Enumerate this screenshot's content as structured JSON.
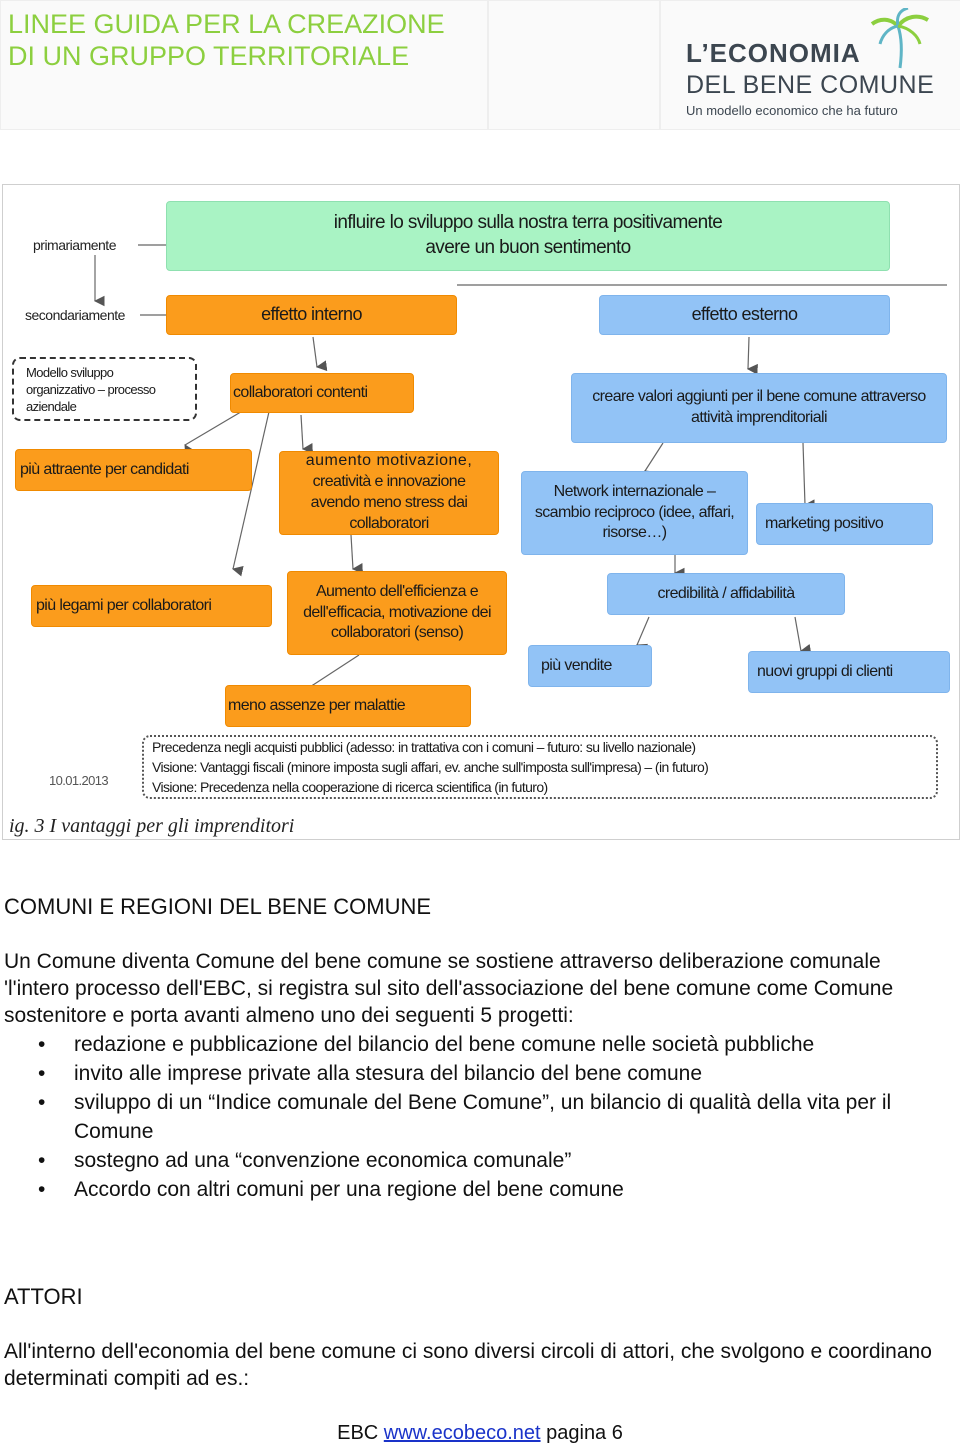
{
  "header": {
    "title_line1": "LINEE GUIDA PER LA CREAZIONE",
    "title_line2": "DI UN GRUPPO TERRITORIALE",
    "logo_line1": "L’ECONOMIA",
    "logo_line2": "DEL BENE COMUNE",
    "logo_tagline": "Un modello economico che ha futuro",
    "logo_icon": "palm-tree-icon"
  },
  "diagram": {
    "labels": {
      "primariamente": "primariamente",
      "secondariamente": "secondariamente"
    },
    "goal_line1": "influire lo sviluppo sulla nostra terra positivamente",
    "goal_line2": "avere un buon sentimento",
    "effetto_interno": "effetto interno",
    "effetto_esterno": "effetto esterno",
    "modello_sviluppo": "Modello sviluppo organizzativo – processo aziendale",
    "collaboratori_contenti": "collaboratori contenti",
    "creare_valori": "creare valori aggiunti per il bene comune attraverso attività imprenditoriali",
    "piu_attraente": "più attraente per candidati",
    "aumento_motivazione_1": "aumento motivazione,",
    "aumento_motivazione_2": "creatività e innovazione avendo meno stress dai collaboratori",
    "network": "Network internazionale – scambio reciproco (idee, affari, risorse…)",
    "marketing": "marketing positivo",
    "piu_legami": "più legami per collaboratori",
    "aumento_efficienza": "Aumento dell'efficienza e dell'efficacia, motivazione dei collaboratori (senso)",
    "credibilita": "credibilità / affidabilità",
    "piu_vendite": "più vendite",
    "nuovi_gruppi": "nuovi gruppi di clienti",
    "meno_assenze": "meno assenze per malattie",
    "precedenza_1": "Precedenza negli acquisti pubblici (adesso: in trattativa con i comuni – futuro: su livello nazionale)",
    "precedenza_2": "Visione: Vantaggi fiscali (minore imposta sugli affari, ev. anche sull'imposta sull'impresa) – (in futuro)",
    "precedenza_3": "Visione: Precedenza nella cooperazione di ricerca scientifica (in futuro)",
    "date": "10.01.2013",
    "caption": "ig. 3 I vantaggi per gli  imprenditori",
    "colors": {
      "green": "#a9f3c4",
      "orange": "#fb9c1c",
      "blue": "#92c3f6"
    }
  },
  "section1": {
    "heading": "COMUNI E REGIONI DEL BENE COMUNE",
    "paragraph": "Un Comune diventa Comune del bene comune se sostiene attraverso deliberazione comunale 'l'intero processo dell'EBC, si registra sul sito dell'associazione del bene comune come Comune sostenitore e porta avanti almeno uno dei seguenti 5 progetti:",
    "bullets": [
      "redazione e pubblicazione del bilancio del bene comune nelle società pubbliche",
      "invito alle imprese private alla stesura del bilancio del bene comune",
      "sviluppo di un “Indice comunale del Bene Comune”, un bilancio di qualità della vita per il Comune",
      "sostegno ad una “convenzione economica comunale”",
      "Accordo con altri comuni per una regione del bene comune"
    ]
  },
  "section2": {
    "heading": "ATTORI",
    "paragraph": "All'interno dell'economia del bene comune ci sono diversi circoli di attori, che svolgono e coordinano determinati compiti ad es.:"
  },
  "footer": {
    "prefix": "EBC",
    "link": "www.ecobeco.net",
    "page": "pagina 6"
  }
}
